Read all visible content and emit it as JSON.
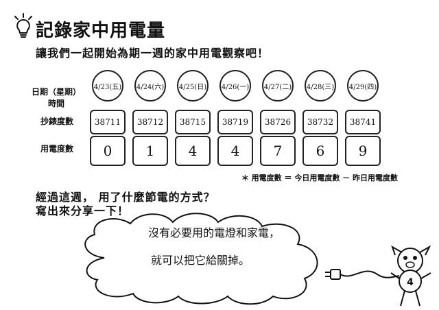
{
  "header": {
    "title": "記錄家中用電量"
  },
  "intro": "讓我們一起開始為期一週的家中用電觀察吧！",
  "table": {
    "row_labels": {
      "date": "日期（星期）",
      "time": "時間",
      "meter": "抄錶度數",
      "usage": "用電度數"
    },
    "days": [
      {
        "date": "4/23(五)",
        "meter": "38711",
        "usage": "0"
      },
      {
        "date": "4/24(六)",
        "meter": "38712",
        "usage": "1"
      },
      {
        "date": "4/25(日)",
        "meter": "38715",
        "usage": "4"
      },
      {
        "date": "4/26(一)",
        "meter": "38719",
        "usage": "4"
      },
      {
        "date": "4/27(二)",
        "meter": "38726",
        "usage": "7"
      },
      {
        "date": "4/28(三)",
        "meter": "38732",
        "usage": "6"
      },
      {
        "date": "4/29(四)",
        "meter": "38741",
        "usage": "9"
      }
    ]
  },
  "note": "＊ 用電度數 ＝ 今日用電度數 － 昨日用電度數",
  "question": {
    "line1": "經過這週， 用了什麼節電的方式？",
    "line2": "寫出來分享一下！"
  },
  "answer": {
    "line1": "沒有必要用的電燈和家電，",
    "line2": "就可以把它給關掉。"
  },
  "mascot": {
    "number": "4"
  }
}
